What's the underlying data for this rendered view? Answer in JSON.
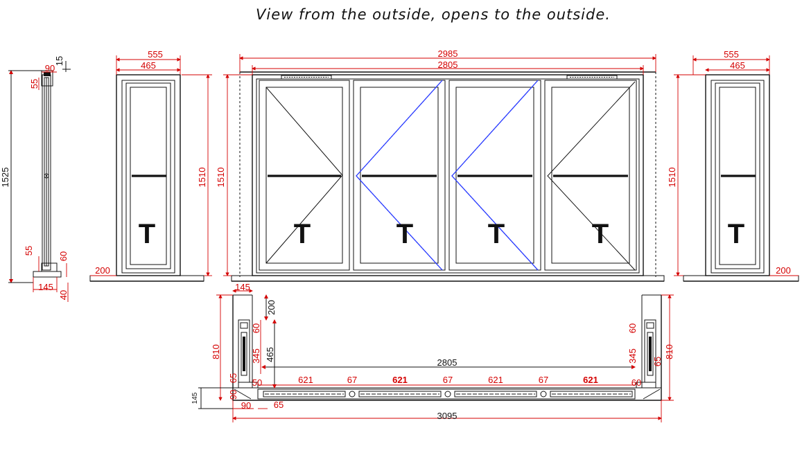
{
  "title": "View from the outside, opens to the outside.",
  "sash_marks": [
    "T",
    "T",
    "T",
    "T",
    "T",
    "T"
  ],
  "dimensions": {
    "left_section": {
      "height_total": "1525",
      "top_90": "90",
      "top_15": "15",
      "head_55": "55",
      "sill_55": "55",
      "sill_60": "60",
      "bottom_145": "145",
      "bottom_40": "40"
    },
    "left_elevation": {
      "width_outer": "555",
      "width_inner": "465",
      "height": "1510",
      "sill_proj": "200"
    },
    "main_elevation": {
      "width_outer": "2985",
      "width_inner": "2805",
      "height": "1510"
    },
    "right_elevation": {
      "width_outer": "555",
      "width_inner": "465",
      "height": "1510",
      "sill_proj": "200"
    },
    "plan": {
      "left_145": "145",
      "left_200": "200",
      "left_60": "60",
      "left_345": "345",
      "left_465": "465",
      "left_810": "810",
      "left_65v": "65",
      "left_50": "50",
      "left_90v": "90",
      "left_145v": "145",
      "left_90h": "90",
      "left_65h": "65",
      "inner_width": "2805",
      "total_width": "3095",
      "sashes": [
        "621",
        "67",
        "621",
        "67",
        "621",
        "67",
        "621"
      ],
      "right_60": "60",
      "right_345": "345",
      "right_65": "65",
      "right_810": "810",
      "right_60b": "60"
    }
  }
}
